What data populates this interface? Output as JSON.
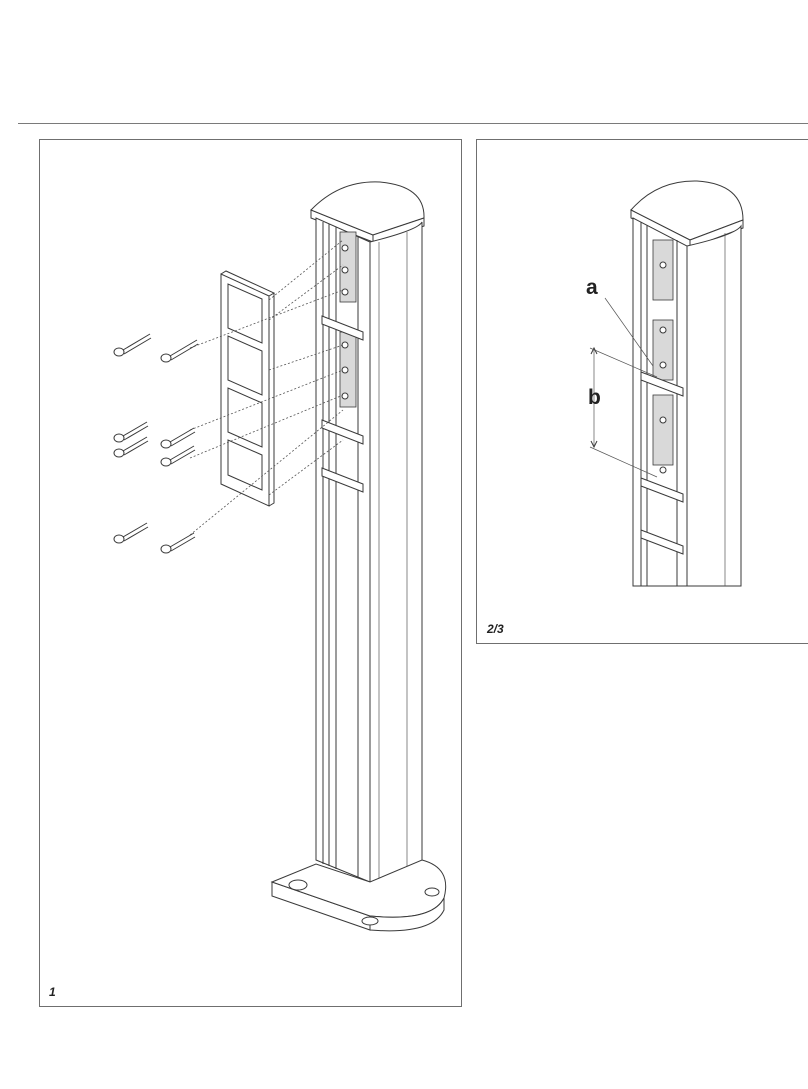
{
  "figures": {
    "fig1": {
      "number": "1"
    },
    "fig2": {
      "number": "2/3"
    }
  },
  "callouts": {
    "a": "a",
    "b": "b"
  }
}
